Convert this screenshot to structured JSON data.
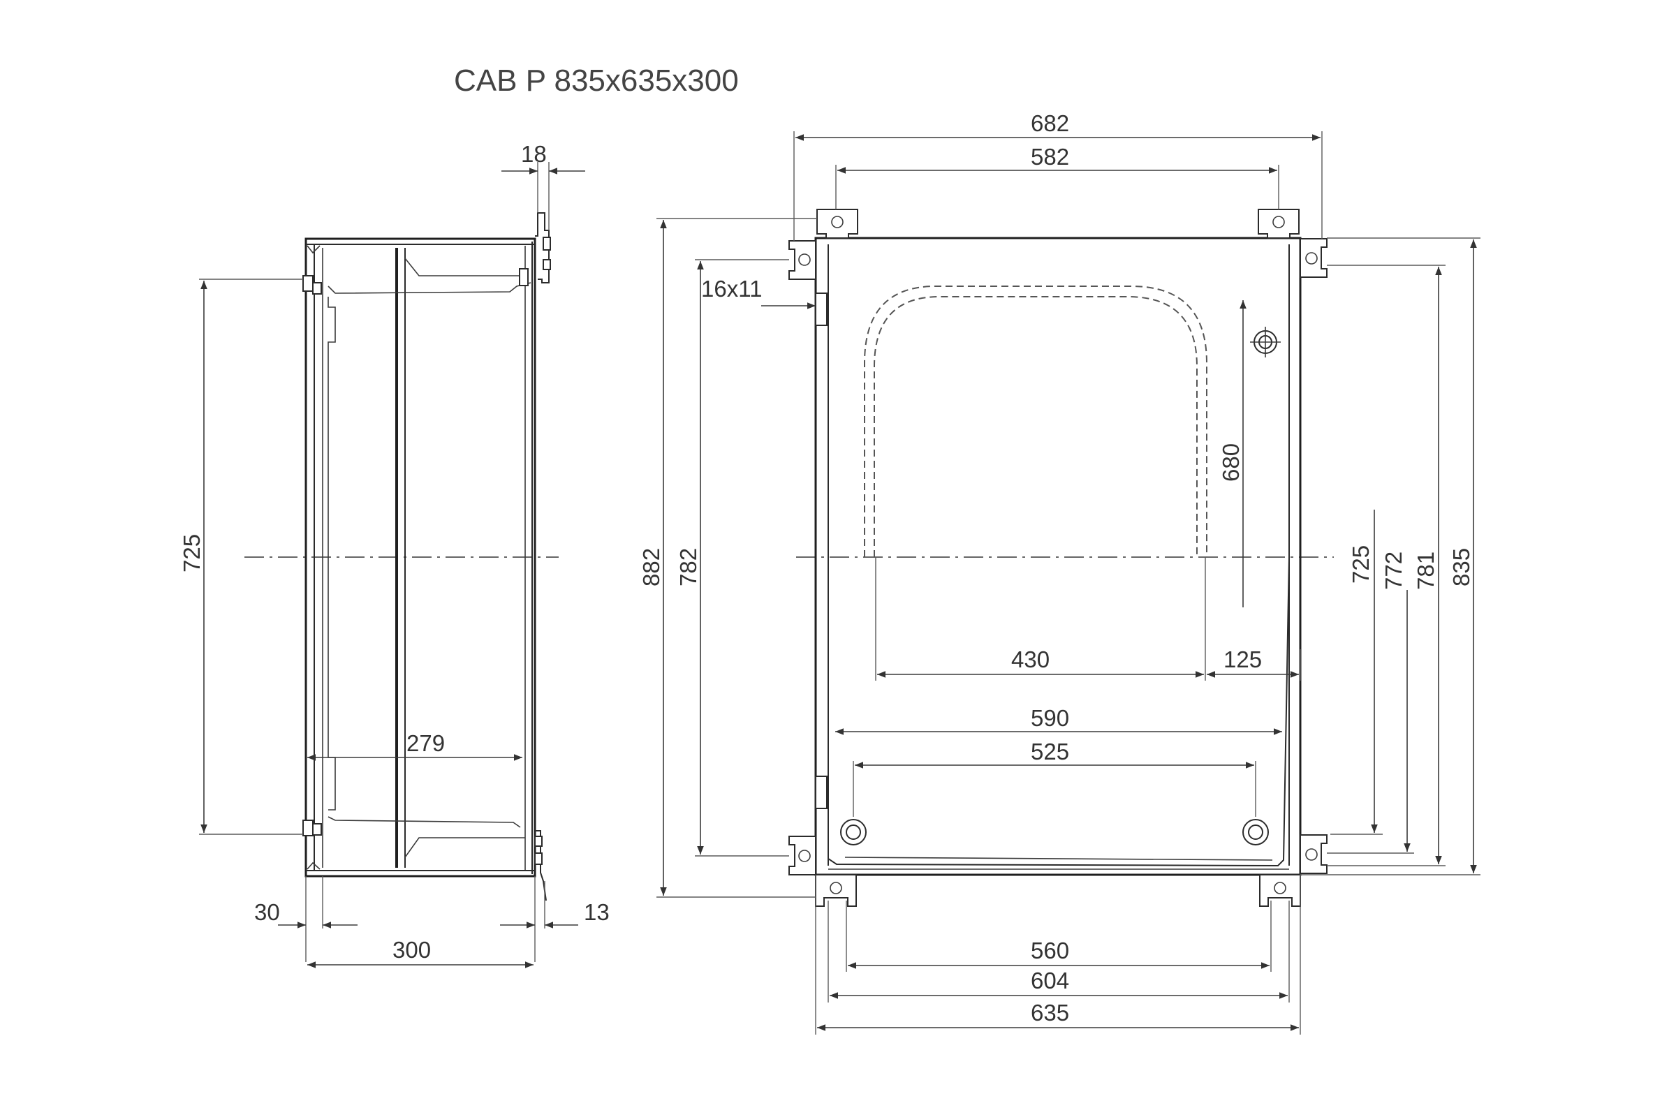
{
  "title": "CAB P 835x635x300",
  "side_view": {
    "dim_top_offset": "18",
    "dim_height": "725",
    "dim_depth_inner": "279",
    "dim_door": "30",
    "dim_back": "13",
    "dim_depth": "300"
  },
  "front_view": {
    "dim_width_top_outer": "682",
    "dim_width_top_inner": "582",
    "dim_hinge_slot": "16x11",
    "dim_height_outer": "882",
    "dim_height_hinge": "782",
    "dim_window_height": "680",
    "dim_window_width": "430",
    "dim_window_offset": "125",
    "dim_plate_width": "590",
    "dim_plate_holes": "525",
    "dim_right_725": "725",
    "dim_right_772": "772",
    "dim_right_781": "781",
    "dim_right_835": "835",
    "dim_bottom_560": "560",
    "dim_bottom_604": "604",
    "dim_bottom_635": "635"
  }
}
